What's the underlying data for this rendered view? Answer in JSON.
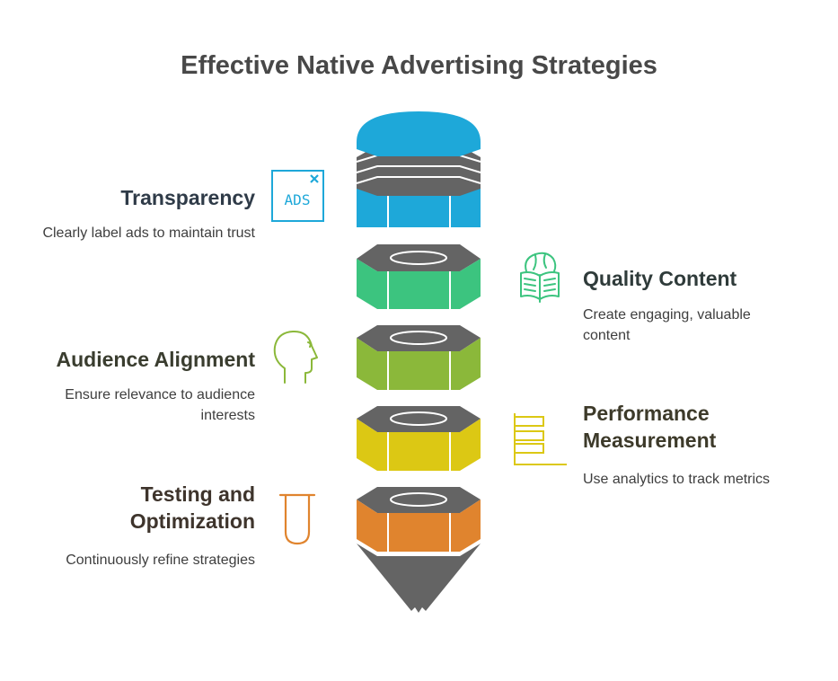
{
  "title": "Effective Native Advertising Strategies",
  "items": [
    {
      "heading": "Transparency",
      "description": "Clearly label ads to maintain trust",
      "icon": "ads-icon",
      "color": "#1ea8d9",
      "heading_color": "#2f3b48"
    },
    {
      "heading": "Quality Content",
      "description": "Create engaging, valuable content",
      "icon": "open-book-icon",
      "color": "#3cc47f",
      "heading_color": "#2f3b3a"
    },
    {
      "heading": "Audience Alignment",
      "description": "Ensure relevance to audience interests",
      "icon": "head-profile-icon",
      "color": "#8bb83a",
      "heading_color": "#3a3d2f"
    },
    {
      "heading": "Performance Measurement",
      "description": "Use analytics to track metrics",
      "icon": "bar-chart-icon",
      "color": "#dcc814",
      "heading_color": "#3d3a2a"
    },
    {
      "heading": "Testing and Optimization",
      "description": "Continuously refine strategies",
      "icon": "test-tube-icon",
      "color": "#e0842e",
      "heading_color": "#3e342c"
    }
  ],
  "icon_text": {
    "ads": "ADS"
  },
  "colors": {
    "cap_gray": "#646464",
    "ring": "#ffffff"
  }
}
